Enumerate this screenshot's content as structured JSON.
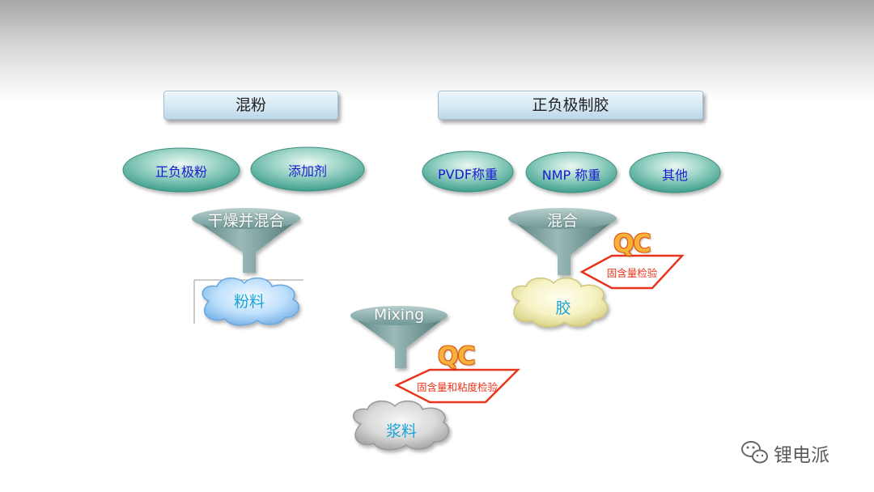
{
  "headers": {
    "mixing_powder": "混粉",
    "binder_prep": "正负极制胶"
  },
  "ovals": {
    "active_material": "正负极粉",
    "additive": "添加剂",
    "pvdf": "PVDF称重",
    "nmp": "NMP 称重",
    "other": "其他"
  },
  "funnels": {
    "dry_mix": "干燥并混合",
    "mix": "混合",
    "mixing": "Mixing"
  },
  "clouds": {
    "powder": "粉料",
    "glue": "胶",
    "slurry": "浆料"
  },
  "qc": {
    "word": "QC",
    "glue_check": "固含量检验",
    "slurry_check": "固含量和粘度检验"
  },
  "watermark": "锂电派",
  "colors": {
    "oval_fill": "#5fb8a6",
    "funnel_fill": "#5a8f8c",
    "qc_border": "#e8341c",
    "qc_text": "#f6b23a",
    "powder_cloud": "#8fc6f2",
    "glue_cloud": "#f3f0b6",
    "slurry_cloud": "#c9c9c9"
  }
}
